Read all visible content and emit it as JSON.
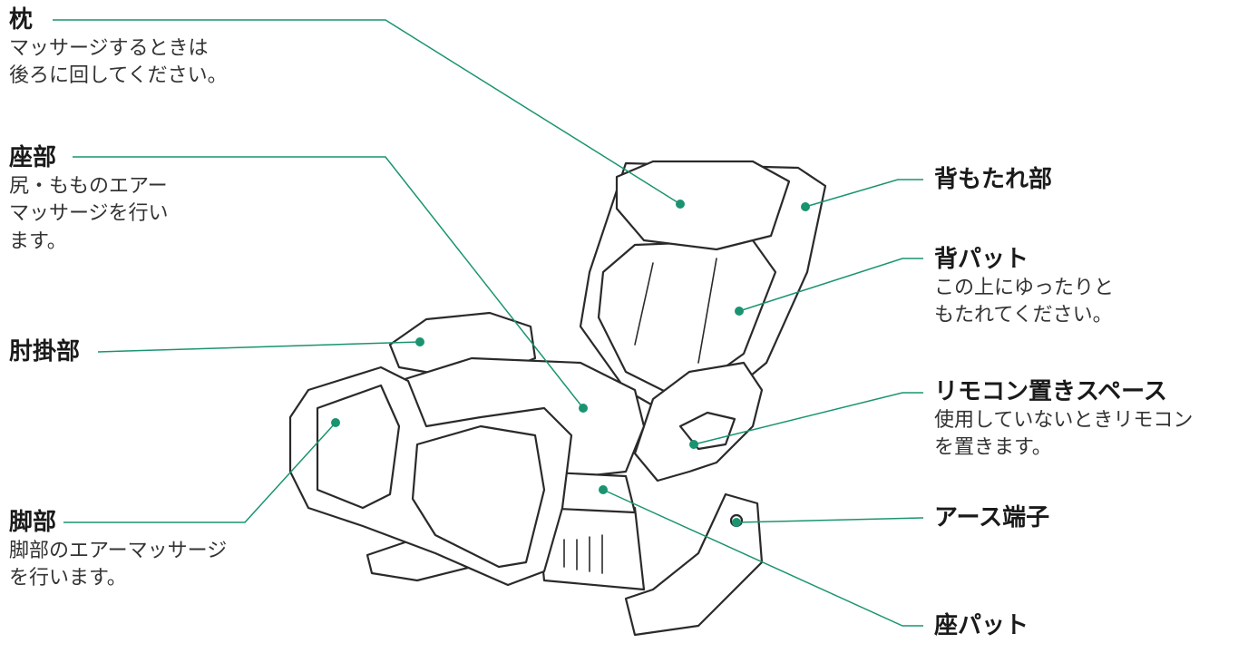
{
  "labels": {
    "makura": {
      "title": "枕",
      "lines": [
        "マッサージするときは",
        "後ろに回してください。"
      ]
    },
    "zabu": {
      "title": "座部",
      "lines": [
        "尻・もものエアー",
        "マッサージを行い",
        "ます。"
      ]
    },
    "hijikake": {
      "title": "肘掛部",
      "lines": []
    },
    "kyakubu": {
      "title": "脚部",
      "lines": [
        "脚部のエアーマッサージ",
        "を行います。"
      ]
    },
    "semotare": {
      "title": "背もたれ部",
      "lines": []
    },
    "sepad": {
      "title": "背パット",
      "lines": [
        "この上にゆったりと",
        "もたれてください。"
      ]
    },
    "remocon": {
      "title": "リモコン置きスペース",
      "lines": [
        "使用していないときリモコン",
        "を置きます。"
      ]
    },
    "earth": {
      "title": "アース端子",
      "lines": []
    },
    "zapad": {
      "title": "座パット",
      "lines": []
    }
  },
  "colors": {
    "leader": "#1a9470",
    "marker": "#1a9470",
    "outline": "#2a2a2a"
  }
}
